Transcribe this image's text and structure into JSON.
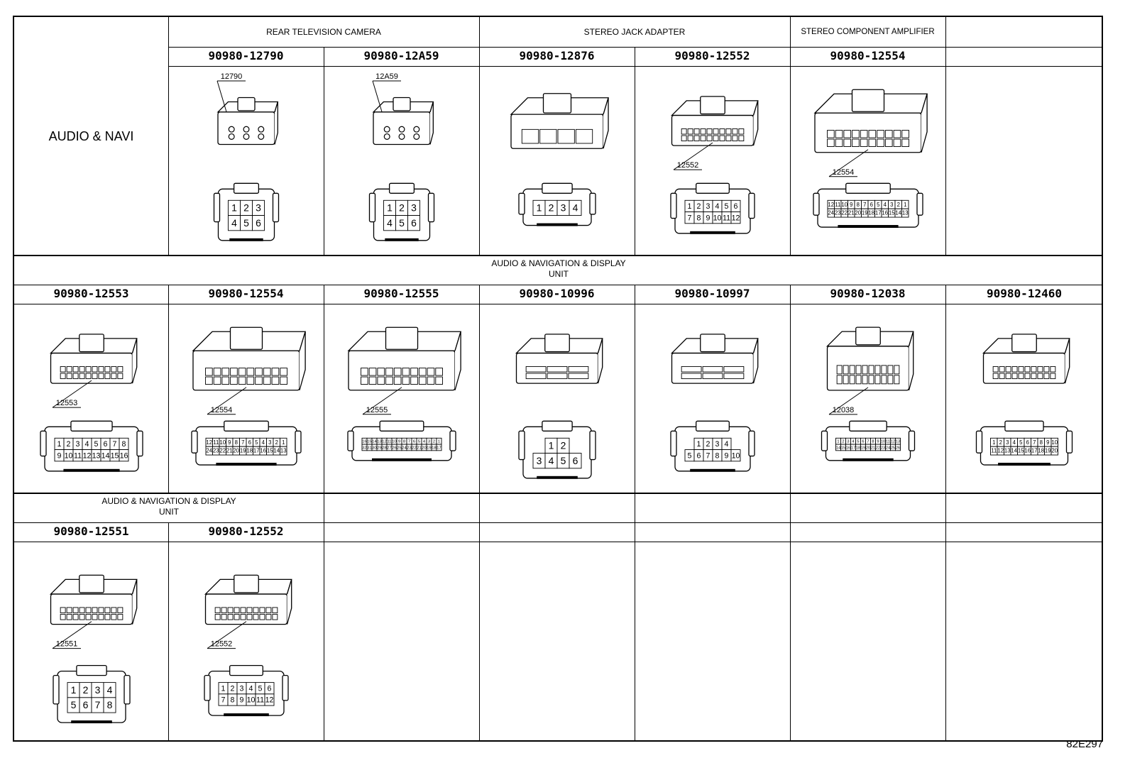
{
  "section_title": "AUDIO & NAVI",
  "groups": {
    "rear_camera": "REAR TELEVISION CAMERA",
    "stereo_jack": "STEREO JACK ADAPTER",
    "stereo_amp": "STEREO COMPONENT AMPLIFIER",
    "audio_nav_row2": [
      "AUDIO & NAVIGATION & DISPLAY",
      "UNIT"
    ],
    "audio_nav_row3": [
      "AUDIO & NAVIGATION & DISPLAY",
      "UNIT"
    ]
  },
  "row1": [
    {
      "part": "90980-12790",
      "callout": "12790",
      "pins": [
        "1",
        "2",
        "3",
        "4",
        "5",
        "6"
      ],
      "layout": [
        3,
        3
      ],
      "style": "camera"
    },
    {
      "part": "90980-12A59",
      "callout": "12A59",
      "pins": [
        "1",
        "2",
        "3",
        "4",
        "5",
        "6"
      ],
      "layout": [
        3,
        3
      ],
      "style": "camera"
    },
    {
      "part": "90980-12876",
      "callout": "",
      "pins": [
        "1",
        "2",
        "3",
        "4"
      ],
      "layout": [
        4
      ],
      "style": "jack"
    },
    {
      "part": "90980-12552",
      "callout": "12552",
      "pins": [
        "1",
        "2",
        "3",
        "4",
        "5",
        "6",
        "7",
        "8",
        "9",
        "10",
        "11",
        "12"
      ],
      "layout": [
        6,
        6
      ],
      "style": "block"
    },
    {
      "part": "90980-12554",
      "callout": "12554",
      "pins": [
        "12",
        "11",
        "10",
        "9",
        "8",
        "7",
        "6",
        "5",
        "4",
        "3",
        "2",
        "1",
        "24",
        "23",
        "22",
        "21",
        "20",
        "19",
        "18",
        "17",
        "16",
        "15",
        "14",
        "13"
      ],
      "layout": [
        12,
        12
      ],
      "style": "wide"
    }
  ],
  "row2": [
    {
      "part": "90980-12553",
      "callout": "12553",
      "pins": [
        "1",
        "2",
        "3",
        "4",
        "5",
        "6",
        "7",
        "8",
        "9",
        "10",
        "11",
        "12",
        "13",
        "14",
        "15",
        "16"
      ],
      "layout": [
        8,
        8
      ],
      "style": "block"
    },
    {
      "part": "90980-12554",
      "callout": "12554",
      "pins": [
        "12",
        "11",
        "10",
        "9",
        "8",
        "7",
        "6",
        "5",
        "4",
        "3",
        "2",
        "1",
        "24",
        "23",
        "22",
        "21",
        "20",
        "19",
        "18",
        "17",
        "16",
        "15",
        "14",
        "13"
      ],
      "layout": [
        12,
        12
      ],
      "style": "wide"
    },
    {
      "part": "90980-12555",
      "callout": "12555",
      "pins": [
        "16",
        "15",
        "14",
        "13",
        "12",
        "11",
        "10",
        "9",
        "8",
        "7",
        "6",
        "5",
        "4",
        "3",
        "2",
        "1",
        "32",
        "31",
        "30",
        "29",
        "28",
        "27",
        "26",
        "25",
        "24",
        "23",
        "22",
        "21",
        "20",
        "19",
        "18",
        "17"
      ],
      "layout": [
        16,
        16
      ],
      "style": "wide"
    },
    {
      "part": "90980-10996",
      "callout": "",
      "pins": [
        "1",
        "2",
        "3",
        "4",
        "5",
        "6"
      ],
      "layout": [
        2,
        4
      ],
      "style": "square"
    },
    {
      "part": "90980-10997",
      "callout": "",
      "pins": [
        "1",
        "2",
        "3",
        "4",
        "5",
        "6",
        "7",
        "8",
        "9",
        "10"
      ],
      "layout": [
        4,
        6
      ],
      "style": "square"
    },
    {
      "part": "90980-12038",
      "callout": "12038",
      "pins": [
        "1",
        "2",
        "3",
        "4",
        "5",
        "6",
        "7",
        "8",
        "9",
        "10",
        "11",
        "12",
        "13",
        "14",
        "15",
        "16",
        "17",
        "18",
        "19",
        "20",
        "21",
        "22",
        "23",
        "24",
        "25",
        "26"
      ],
      "layout": [
        13,
        13
      ],
      "style": "tall"
    },
    {
      "part": "90980-12460",
      "callout": "",
      "pins": [
        "1",
        "2",
        "3",
        "4",
        "5",
        "6",
        "7",
        "8",
        "9",
        "10",
        "11",
        "12",
        "13",
        "14",
        "15",
        "16",
        "17",
        "18",
        "19",
        "20"
      ],
      "layout": [
        10,
        10
      ],
      "style": "block"
    }
  ],
  "row3": [
    {
      "part": "90980-12551",
      "callout": "12551",
      "pins": [
        "1",
        "2",
        "3",
        "4",
        "5",
        "6",
        "7",
        "8"
      ],
      "layout": [
        4,
        4
      ],
      "style": "block"
    },
    {
      "part": "90980-12552",
      "callout": "12552",
      "pins": [
        "1",
        "2",
        "3",
        "4",
        "5",
        "6",
        "7",
        "8",
        "9",
        "10",
        "11",
        "12"
      ],
      "layout": [
        6,
        6
      ],
      "style": "block"
    }
  ],
  "footer_code": "82E297"
}
